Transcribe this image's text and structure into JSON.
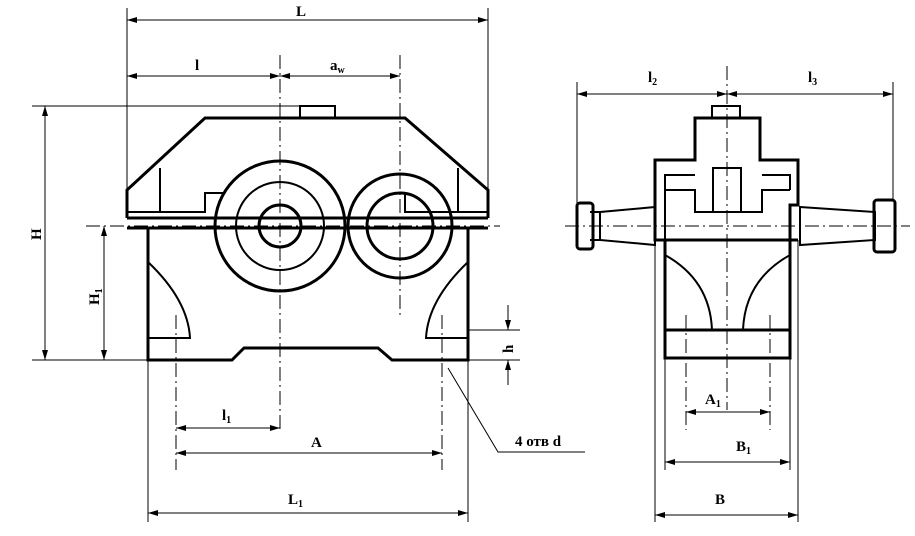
{
  "labels": {
    "L": "L",
    "l": "l",
    "a_main": "a",
    "a_sub": "w",
    "H": "H",
    "H1_main": "H",
    "H1_sub": "1",
    "h": "h",
    "l1_main": "l",
    "l1_sub": "1",
    "A": "A",
    "L1_main": "L",
    "L1_sub": "1",
    "holes": "4 отв d",
    "l2_main": "l",
    "l2_sub": "2",
    "l3_main": "l",
    "l3_sub": "3",
    "A1_main": "A",
    "A1_sub": "1",
    "B1_main": "B",
    "B1_sub": "1",
    "B": "B"
  }
}
